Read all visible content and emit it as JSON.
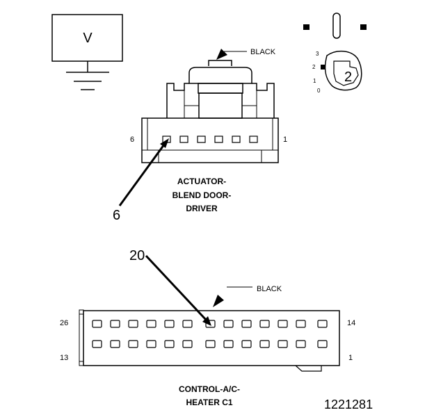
{
  "meter": {
    "symbol": "V"
  },
  "connector1": {
    "wire_color": "BLACK",
    "pin_left": "6",
    "pin_right": "1",
    "callout": "6",
    "name_lines": [
      "ACTUATOR-",
      "BLEND DOOR-",
      "DRIVER"
    ]
  },
  "connector2": {
    "wire_color": "BLACK",
    "pin_top_left": "26",
    "pin_top_right": "14",
    "pin_bottom_left": "13",
    "pin_bottom_right": "1",
    "callout": "20",
    "name_lines": [
      "CONTROL-A/C-",
      "HEATER C1"
    ]
  },
  "probe_detail": {
    "positions": [
      "3",
      "2",
      "1",
      "0"
    ],
    "callout": "2"
  },
  "figure_number": "1221281"
}
